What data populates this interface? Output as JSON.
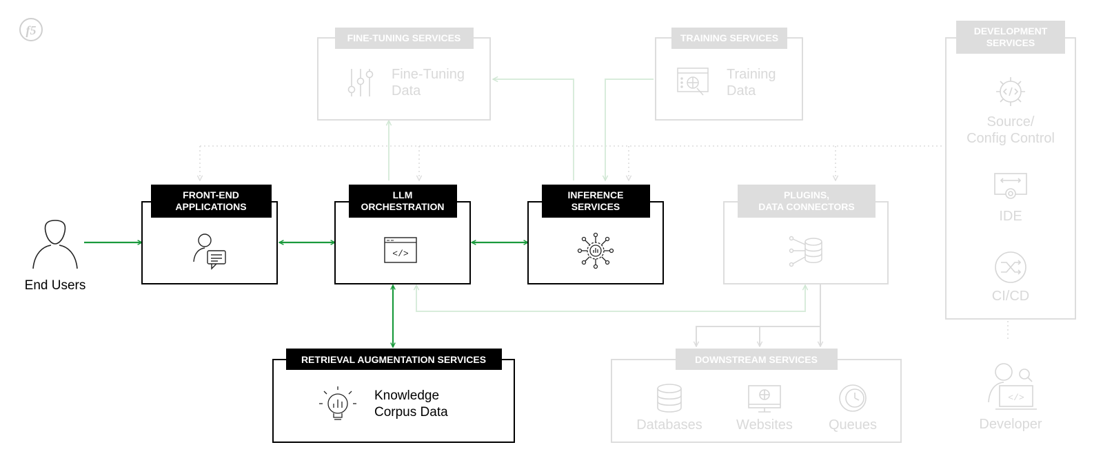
{
  "colors": {
    "active_border": "#000000",
    "active_header": "#000000",
    "faded": "#dddddd",
    "faded_text": "#d6d6d6",
    "green": "#1a9a3c",
    "green_faded": "#d8ecdb",
    "dotted": "#dcdcdc"
  },
  "logo": {
    "text": "f5",
    "icon": "f5-logo-icon"
  },
  "end_users": {
    "label": "End Users",
    "icon": "user-icon"
  },
  "front_end": {
    "title_line1": "FRONT-END",
    "title_line2": "APPLICATIONS",
    "icon": "user-chat-icon"
  },
  "llm": {
    "title_line1": "LLM",
    "title_line2": "ORCHESTRATION",
    "icon": "code-window-icon",
    "code_glyph": "</>"
  },
  "inference": {
    "title_line1": "INFERENCE",
    "title_line2": "SERVICES",
    "icon": "ai-network-icon"
  },
  "retrieval": {
    "title": "RETRIEVAL AUGMENTATION SERVICES",
    "label_line1": "Knowledge",
    "label_line2": "Corpus Data",
    "icon": "lightbulb-chart-icon"
  },
  "fine_tuning": {
    "title": "FINE-TUNING SERVICES",
    "label_line1": "Fine-Tuning",
    "label_line2": "Data",
    "icon": "sliders-icon"
  },
  "training": {
    "title": "TRAINING SERVICES",
    "label_line1": "Training",
    "label_line2": "Data",
    "icon": "data-globe-icon"
  },
  "plugins": {
    "title_line1": "PLUGINS,",
    "title_line2": "DATA CONNECTORS",
    "icon": "database-connector-icon"
  },
  "downstream": {
    "title": "DOWNSTREAM SERVICES",
    "items": [
      {
        "label": "Databases",
        "icon": "database-icon"
      },
      {
        "label": "Websites",
        "icon": "website-icon"
      },
      {
        "label": "Queues",
        "icon": "queue-clock-icon"
      }
    ]
  },
  "development": {
    "title_line1": "DEVELOPMENT",
    "title_line2": "SERVICES",
    "items": [
      {
        "label_line1": "Source/",
        "label_line2": "Config Control",
        "icon": "gear-code-icon"
      },
      {
        "label_line1": "IDE",
        "label_line2": "",
        "icon": "ide-icon"
      },
      {
        "label_line1": "CI/CD",
        "label_line2": "",
        "icon": "shuffle-icon"
      }
    ]
  },
  "developer": {
    "label": "Developer",
    "icon": "developer-laptop-icon",
    "code_glyph": "</>"
  }
}
